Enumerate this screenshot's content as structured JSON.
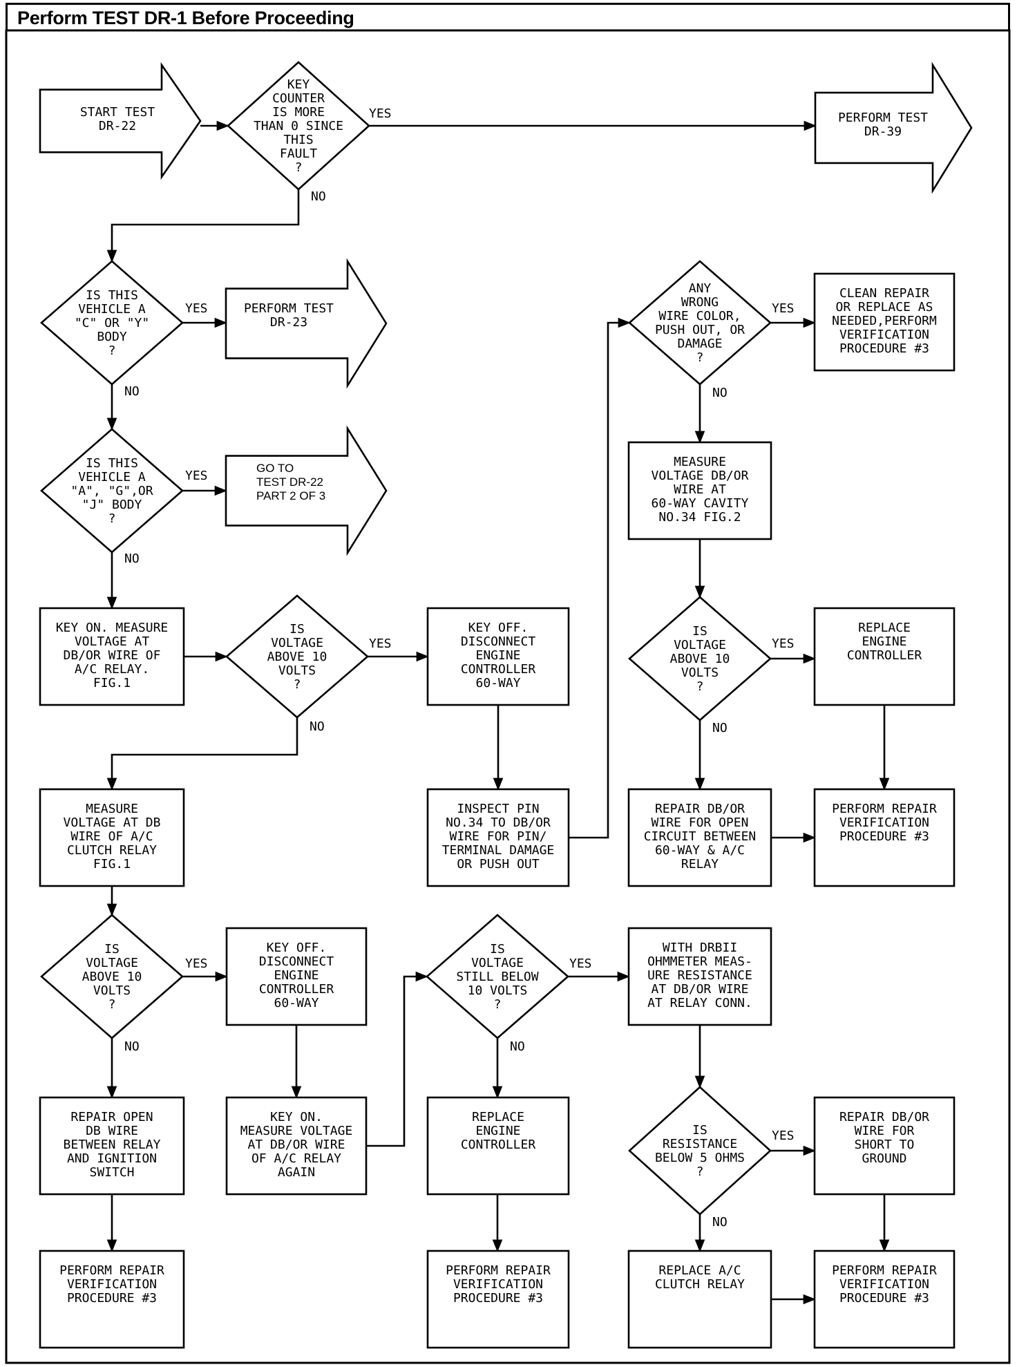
{
  "header": {
    "title": "Perform TEST DR-1 Before Proceeding"
  },
  "nodes": {
    "start": [
      "START TEST",
      "DR-22"
    ],
    "d_key_counter": [
      "KEY",
      "COUNTER",
      "IS MORE",
      "THAN 0 SINCE",
      "THIS",
      "FAULT",
      "?"
    ],
    "dr39": [
      "PERFORM TEST",
      "DR-39"
    ],
    "d_cy_body": [
      "IS THIS",
      "VEHICLE A",
      "\"C\" OR \"Y\"",
      "BODY",
      "?"
    ],
    "dr23": [
      "PERFORM TEST",
      "DR-23"
    ],
    "d_agj_body": [
      "IS THIS",
      "VEHICLE A",
      "\"A\", \"G\",OR",
      "\"J\" BODY",
      "?"
    ],
    "part2": [
      "GO TO",
      "TEST DR-22",
      "PART 2 OF 3"
    ],
    "key_on_measure": [
      "KEY ON. MEASURE",
      "VOLTAGE AT",
      "DB/OR WIRE OF",
      "A/C RELAY.",
      "FIG.1"
    ],
    "d_volt1": [
      "IS",
      "VOLTAGE",
      "ABOVE 10",
      "VOLTS",
      "?"
    ],
    "key_off1": [
      "KEY OFF.",
      "DISCONNECT",
      "ENGINE",
      "CONTROLLER",
      "60-WAY"
    ],
    "inspect_pin": [
      "INSPECT PIN",
      "NO.34 TO DB/OR",
      "WIRE FOR PIN/",
      "TERMINAL DAMAGE",
      "OR PUSH OUT"
    ],
    "d_wrong_wire": [
      "ANY",
      "WRONG",
      "WIRE COLOR,",
      "PUSH OUT, OR",
      "DAMAGE",
      "?"
    ],
    "clean_repair": [
      "CLEAN REPAIR",
      "OR REPLACE AS",
      "NEEDED,PERFORM",
      "VERIFICATION",
      "PROCEDURE #3"
    ],
    "measure_60way": [
      "MEASURE",
      "VOLTAGE DB/OR",
      "WIRE AT",
      "60-WAY CAVITY",
      "NO.34 FIG.2"
    ],
    "d_volt3": [
      "IS",
      "VOLTAGE",
      "ABOVE 10",
      "VOLTS",
      "?"
    ],
    "replace_ec1": [
      "REPLACE",
      "ENGINE",
      "CONTROLLER"
    ],
    "repair_open_circuit": [
      "REPAIR DB/OR",
      "WIRE FOR OPEN",
      "CIRCUIT BETWEEN",
      "60-WAY & A/C",
      "RELAY"
    ],
    "verify_a": [
      "PERFORM REPAIR",
      "VERIFICATION",
      "PROCEDURE #3"
    ],
    "measure_clutch": [
      "MEASURE",
      "VOLTAGE AT DB",
      "WIRE OF A/C",
      "CLUTCH RELAY",
      "FIG.1"
    ],
    "d_volt2": [
      "IS",
      "VOLTAGE",
      "ABOVE 10",
      "VOLTS",
      "?"
    ],
    "key_off2": [
      "KEY OFF.",
      "DISCONNECT",
      "ENGINE",
      "CONTROLLER",
      "60-WAY"
    ],
    "repair_open_db": [
      "REPAIR OPEN",
      "DB WIRE",
      "BETWEEN RELAY",
      "AND IGNITION",
      "SWITCH"
    ],
    "key_on_again": [
      "KEY ON.",
      "MEASURE VOLTAGE",
      "AT DB/OR WIRE",
      "OF A/C RELAY",
      "AGAIN"
    ],
    "verify_b": [
      "PERFORM REPAIR",
      "VERIFICATION",
      "PROCEDURE #3"
    ],
    "d_still_below": [
      "IS",
      "VOLTAGE",
      "STILL BELOW",
      "10 VOLTS",
      "?"
    ],
    "replace_ec2": [
      "REPLACE",
      "ENGINE",
      "CONTROLLER"
    ],
    "verify_c": [
      "PERFORM REPAIR",
      "VERIFICATION",
      "PROCEDURE #3"
    ],
    "ohmmeter": [
      "WITH DRBII",
      "OHMMETER MEAS-",
      "URE RESISTANCE",
      "AT DB/OR WIRE",
      "AT RELAY CONN."
    ],
    "d_resistance": [
      "IS",
      "RESISTANCE",
      "BELOW 5 OHMS",
      "?"
    ],
    "repair_short": [
      "REPAIR DB/OR",
      "WIRE FOR",
      "SHORT TO",
      "GROUND"
    ],
    "replace_relay": [
      "REPLACE A/C",
      "CLUTCH RELAY"
    ],
    "verify_d": [
      "PERFORM REPAIR",
      "VERIFICATION",
      "PROCEDURE #3"
    ]
  },
  "edge_labels": {
    "yes": "YES",
    "no": "NO"
  }
}
